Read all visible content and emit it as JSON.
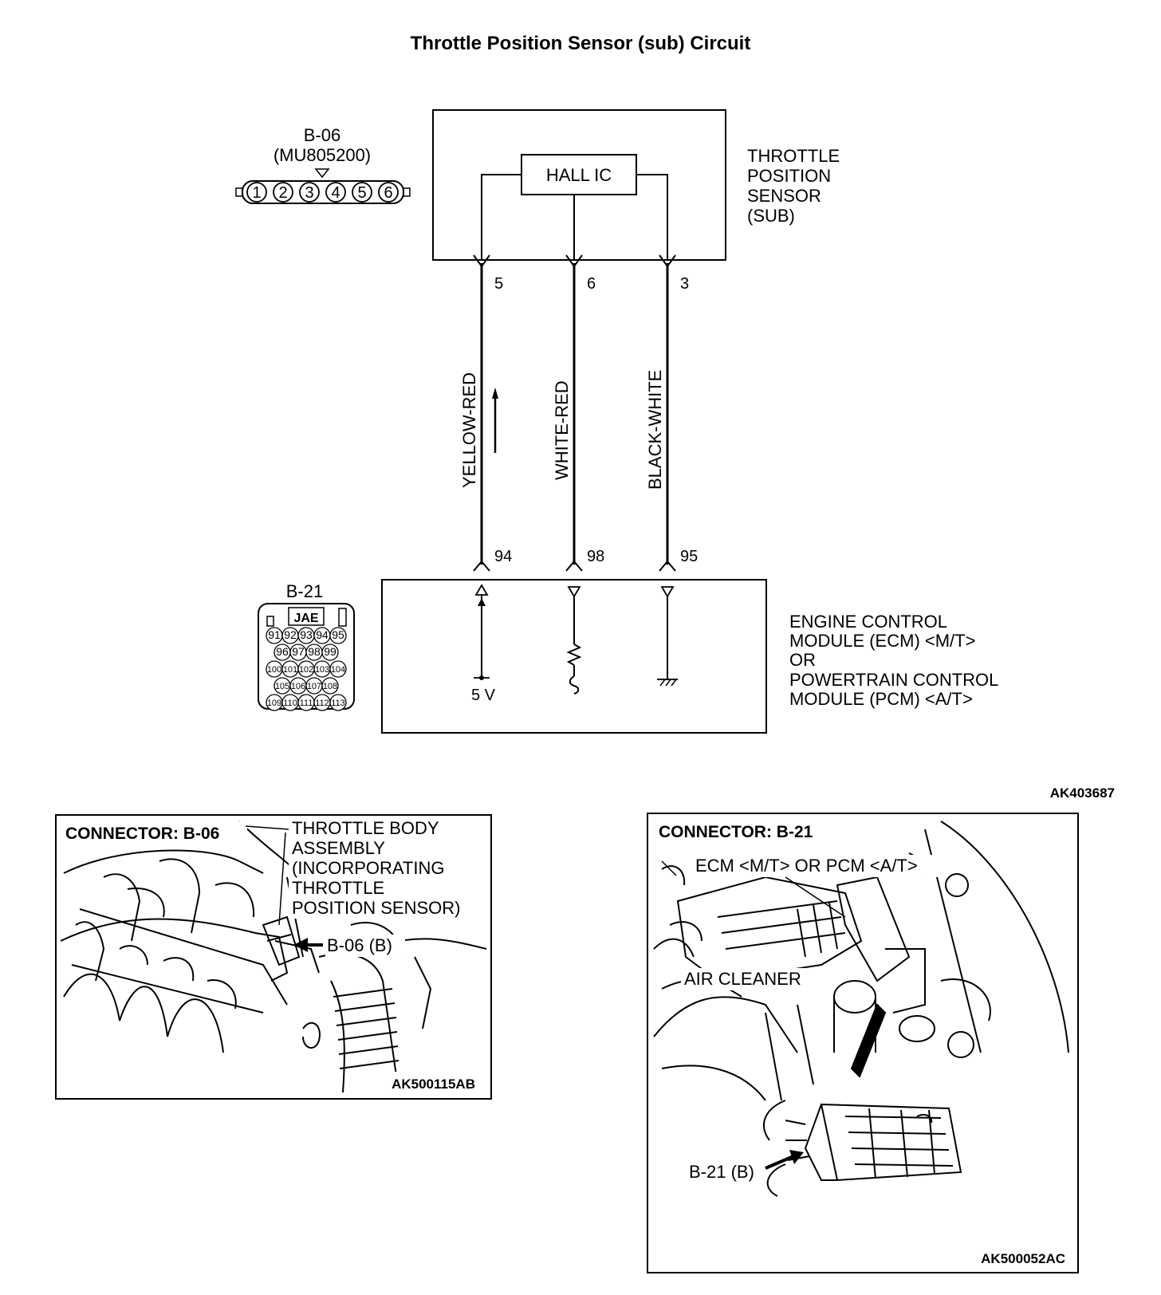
{
  "title": "Throttle Position Sensor (sub) Circuit",
  "diagram_code": "AK403687",
  "connector_b06": {
    "id": "B-06",
    "part_number": "(MU805200)",
    "pins": [
      "1",
      "2",
      "3",
      "4",
      "5",
      "6"
    ]
  },
  "sensor": {
    "hall_ic": "HALL IC",
    "label_lines": [
      "THROTTLE",
      "POSITION",
      "SENSOR",
      "(SUB)"
    ]
  },
  "wires": [
    {
      "sensor_pin": "5",
      "color": "YELLOW-RED",
      "ecu_pin": "94",
      "ecu_element": "5 V"
    },
    {
      "sensor_pin": "6",
      "color": "WHITE-RED",
      "ecu_pin": "98",
      "ecu_element": ""
    },
    {
      "sensor_pin": "3",
      "color": "BLACK-WHITE",
      "ecu_pin": "95",
      "ecu_element": ""
    }
  ],
  "connector_b21": {
    "id": "B-21",
    "maker": "JAE",
    "rows": [
      [
        "91",
        "92",
        "93",
        "94",
        "95"
      ],
      [
        "96",
        "97",
        "98",
        "99"
      ],
      [
        "100",
        "101",
        "102",
        "103",
        "104"
      ],
      [
        "105",
        "106",
        "107",
        "108"
      ],
      [
        "109",
        "110",
        "111",
        "112",
        "113"
      ]
    ]
  },
  "ecu": {
    "label_lines": [
      "ENGINE CONTROL",
      "MODULE (ECM) <M/T>",
      "OR",
      "POWERTRAIN CONTROL",
      "MODULE (PCM) <A/T>"
    ]
  },
  "panel_b06": {
    "heading": "CONNECTOR: B-06",
    "callout_lines": [
      "THROTTLE BODY",
      "ASSEMBLY",
      "(INCORPORATING",
      "THROTTLE",
      "POSITION SENSOR)"
    ],
    "pointer_label": "B-06 (B)",
    "code": "AK500115AB"
  },
  "panel_b21": {
    "heading": "CONNECTOR: B-21",
    "ecm_label": "ECM <M/T> OR PCM <A/T>",
    "air_cleaner_label": "AIR CLEANER",
    "pointer_label": "B-21 (B)",
    "code": "AK500052AC"
  }
}
